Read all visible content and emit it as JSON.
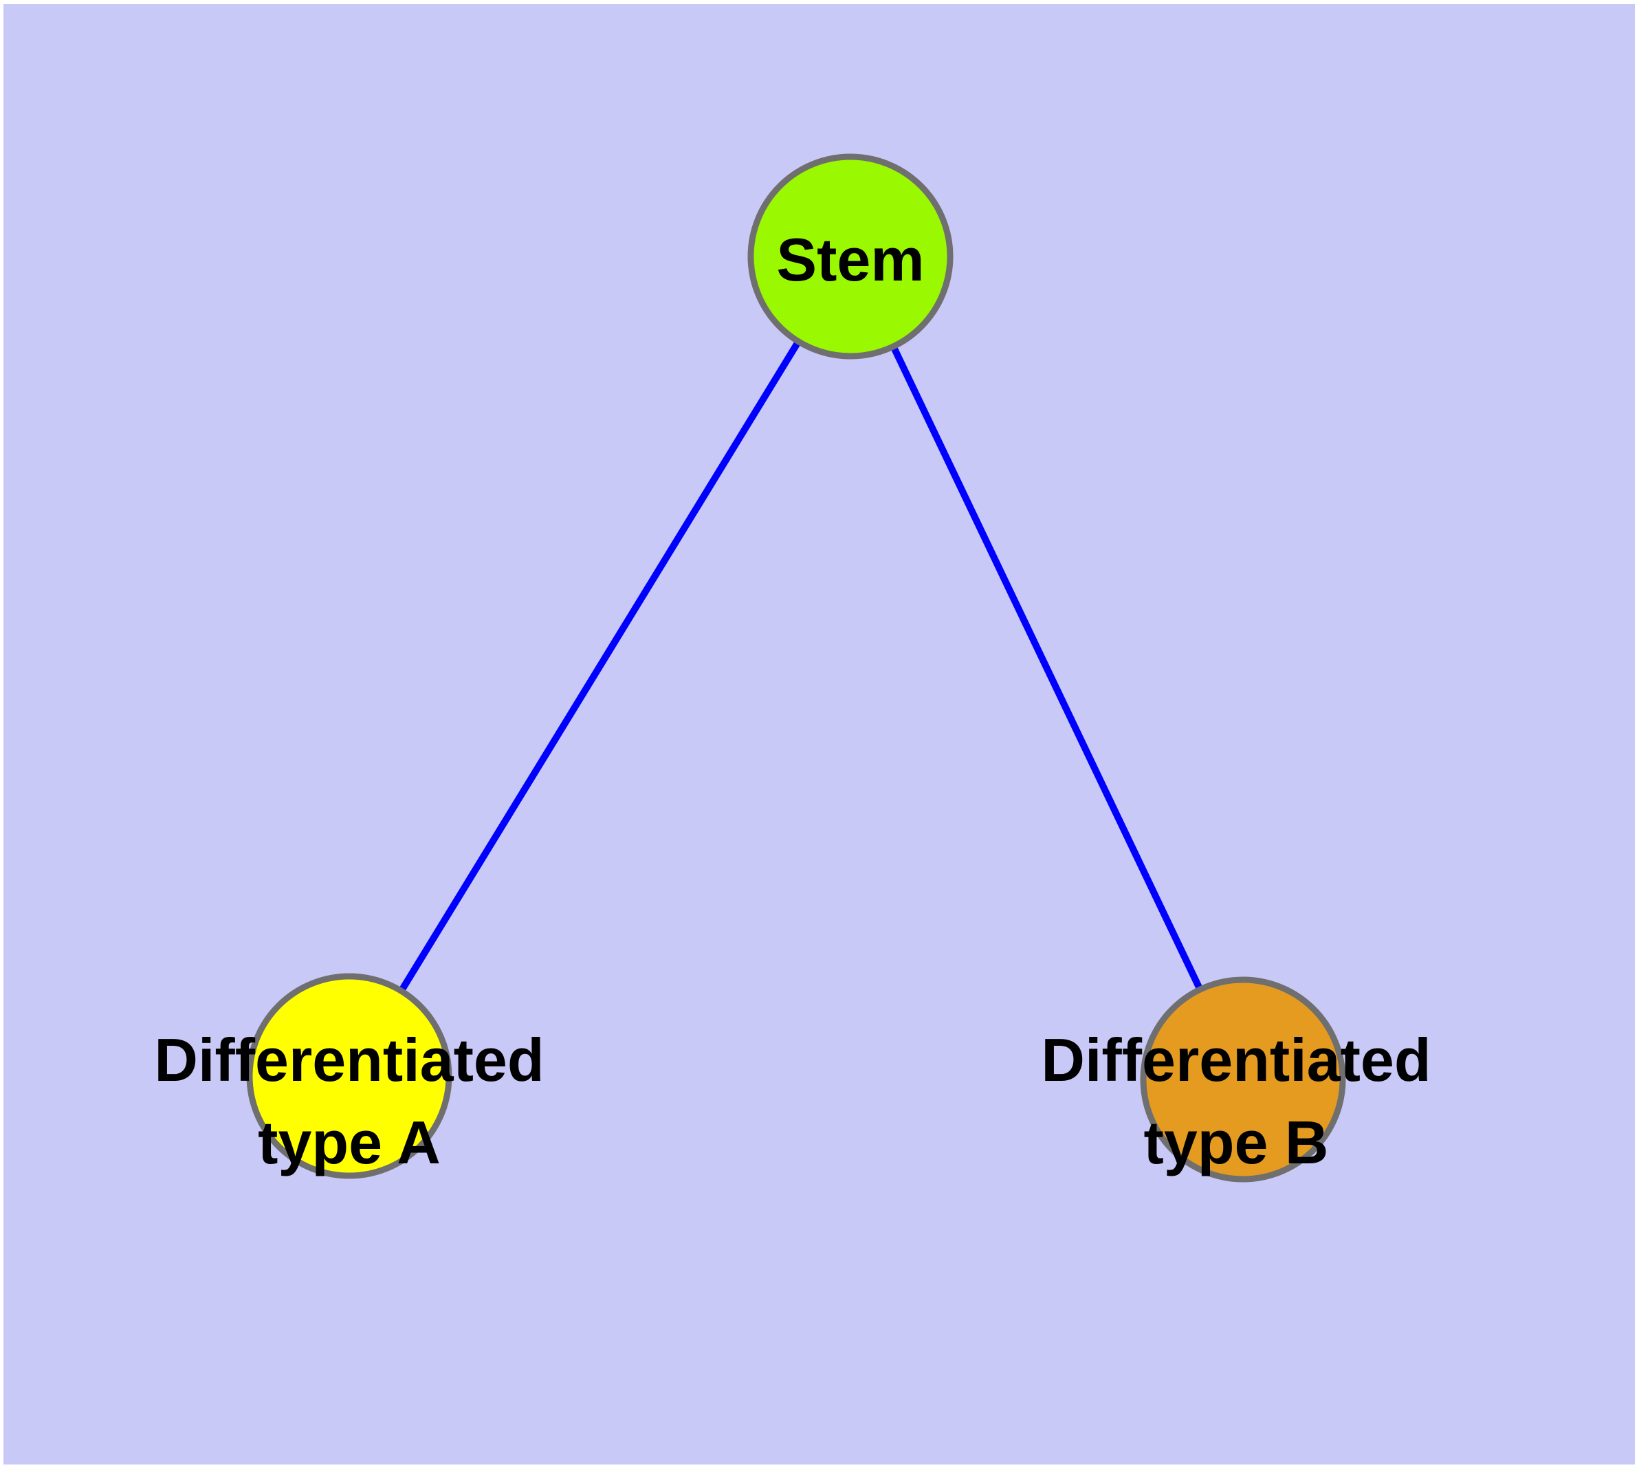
{
  "diagram": {
    "background_color": "#c9c9f7",
    "page_margin_color": "#ffffff",
    "edge_color": "#0000ff",
    "node_border_color": "#6f6f6f",
    "label_color": "#000000",
    "nodes": [
      {
        "id": "stem",
        "label": "Stem",
        "fill": "#9af800"
      },
      {
        "id": "differentiated-type-a",
        "label_line1": "Differentiated",
        "label_line2": "type A",
        "fill": "#ffff00"
      },
      {
        "id": "differentiated-type-b",
        "label_line1": "Differentiated",
        "label_line2": "type B",
        "fill": "#e59b20"
      }
    ],
    "edges": [
      {
        "from": "Stem",
        "to": "Differentiated type A"
      },
      {
        "from": "Stem",
        "to": "Differentiated type B"
      }
    ]
  }
}
